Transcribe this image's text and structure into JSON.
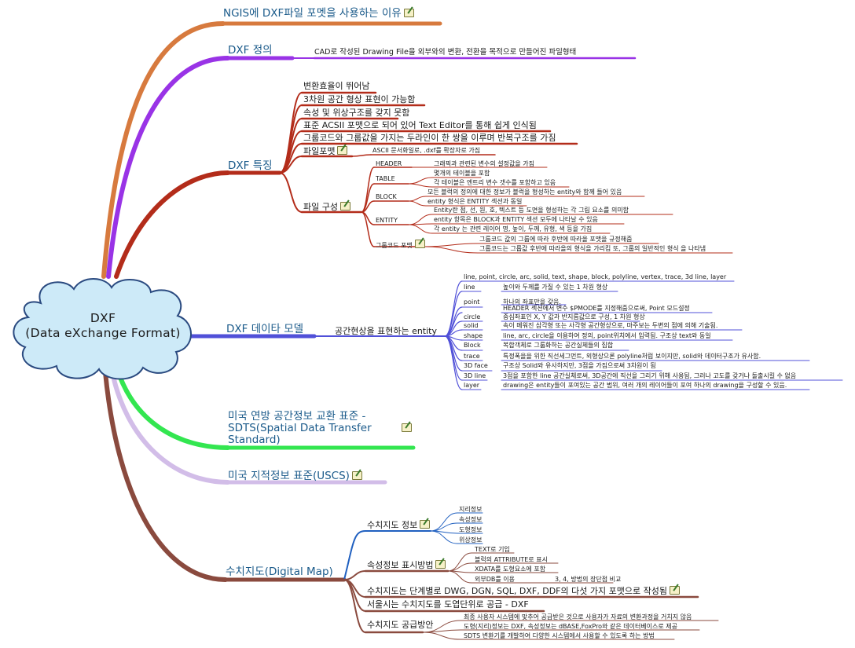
{
  "root": {
    "line1": "DXF",
    "line2": "(Data eXchange Format)"
  },
  "colors": {
    "b_reason": "#d77a3e",
    "b_def": "#9933e6",
    "b_feat": "#b32c1a",
    "b_model": "#5050d8",
    "b_sdts": "#33e650",
    "b_uscs": "#d2bde8",
    "b_digital": "#8a4a3e"
  },
  "branches": {
    "reason": "NGIS에 DXF파일 포멧을 사용하는 이유",
    "definition": {
      "label": "DXF 정의",
      "text": "CAD로 작성된 Drawing File을 외부와의 변환, 전환을 목적으로 만들어진 파일형태"
    },
    "features": {
      "label": "DXF 특징",
      "items": [
        "변환효율이 뛰어남",
        "3차원 공간 형상 표현이 가능함",
        "속성 및 위상구조를 갖지 못함",
        "표준 ACSII 포맷으로 되어 있어 Text Editor를 통해 쉽게 인식됨",
        "그룹코드와 그룹값을 가지는 두라인이 한 쌍을 이루며 반복구조를 가짐"
      ],
      "file_format": {
        "label": "파일포맷",
        "text": "ASCII 문서화일로, .dxf를 확장자로 가짐"
      },
      "file_struct": {
        "label": "파일 구성",
        "header": {
          "label": "HEADER",
          "text": "그래픽과 관련된 변수의 설정값을 가짐"
        },
        "table": {
          "label": "TABLE",
          "lines": [
            "몇개의 테이블을 포함",
            "각 테이블은 엔트리 변수 갯수를 포함하고 있음"
          ]
        },
        "block": {
          "label": "BLOCK",
          "lines": [
            "모든 블럭의 정의에 대한 정보가 블럭을 형성하는 entity와 함께 들어 있음",
            "entity 형식은 ENTITY 섹션과 동일"
          ]
        },
        "entity": {
          "label": "ENTITY",
          "lines": [
            "Entity란 점, 선, 원, 호, 텍스트 등 도면을 형성하는 각 그림 요소를 의미함",
            "entity 항목은 BLOCK과 ENTITY 섹션 모두에 나타날 수 있음",
            "각 entity 는 관련 레이어 명, 높이, 두께, 유형, 색 등을 가짐"
          ]
        },
        "group": {
          "label": "그룹코드 포맷",
          "lines": [
            "그룹코드 값의 그룹에 따라 후반에 따라올 포맷을 규정해줌",
            "그룹코드는 그룹값 후반에 따라올의 형식을 가리킴 또, 그룹의 일반적인 형식 을 나타냄"
          ]
        }
      }
    },
    "model": {
      "label": "DXF 데이타 모델",
      "entity_label": "공간현상을 표현하는 entity",
      "list": "line, point, circle, arc, solid, text, shape, block, polyline, vertex, trace, 3d line, layer",
      "rows": [
        {
          "k": "line",
          "v": "높이와 두께를 가질 수 있는 1 차원 형상"
        },
        {
          "k": "point",
          "v": "하나의 좌표만을 갖음."
        },
        {
          "k": "",
          "v": "HEADER 섹션에서 변수 $PMODE를 지정해줌으로써, Point 모드설정"
        },
        {
          "k": "circle",
          "v": "중심좌표인 X, Y 값과 반지름값으로 구성, 1 차원 형상"
        },
        {
          "k": "solid",
          "v": "속이 메워진 삼각형 또는 사각형 공간형상으로, 마주보는 두변의 점에 의해 기술됨."
        },
        {
          "k": "shape",
          "v": "line, arc, circle을 이용하여 정의, point위치에서 입력됨. 구조상 text와 동일"
        },
        {
          "k": "Block",
          "v": "복합객체로 그룹화하는 공간실체들의 집합"
        },
        {
          "k": "trace",
          "v": "특정폭을을 위한 직선세그먼트, 외형상으론 polyline처럼 보이지만, solid와 데이터구조가 유사함."
        },
        {
          "k": "3D face",
          "v": "구조상 Solid와 유사하지만, 3점을 가짐으로써 3차원이 됨"
        },
        {
          "k": "3D line",
          "v": "3점을 포함한 line 공간실체로써, 3D공간에 직선을 그리기 위해 사용됨, 그러나 고도를 갖거나 돌출시킬 수 없음"
        },
        {
          "k": "layer",
          "v": "drawing은 entity들이 포여있는 공간 범위, 여러 개의 레이어들이 포여 하나의  drawing을 구성할 수 있음."
        }
      ]
    },
    "sdts": {
      "line1": "미국 연방 공간정보 교환 표준 -",
      "line2": "SDTS(Spatial Data Transfer",
      "line3": "Standard)"
    },
    "uscs": "미국 지적정보 표준(USCS)",
    "digital": {
      "label": "수치지도(Digital Map)",
      "info": {
        "label": "수치지도 정보",
        "items": [
          "지리정보",
          "속성정보",
          "도형정보",
          "위상정보"
        ]
      },
      "attr": {
        "label": "속성정보 표시방법",
        "items": [
          "TEXT로 기입",
          "블럭의 ATTRIBUTE로 표시",
          "XDATA를 도형요소에 포함",
          "외부DB를 이용"
        ],
        "note": "3, 4, 방법의 장단점 비교"
      },
      "five": "수치지도는 단계별로 DWG, DGN, SQL, DXF, DDF의 다섯 가지 포맷으로 작성됨",
      "seoul": "서울시는 수치지도를 도엽단위로 공급 - DXF",
      "supply": {
        "label": "수치지도 공급방안",
        "items": [
          "최종 사용자 시스템에 맞추어 공급받은 것으로 사용자가 자료의 변환과정을 거치지 않음",
          "도형(지리)정보는 DXF, 속성정보는 dBASE,FoxPro와 같은 데이터베이스로 제공",
          "SDTS 변환기를 개발하여 다양한 시스템에서 사용할 수 있도록 하는 방법"
        ]
      }
    }
  }
}
